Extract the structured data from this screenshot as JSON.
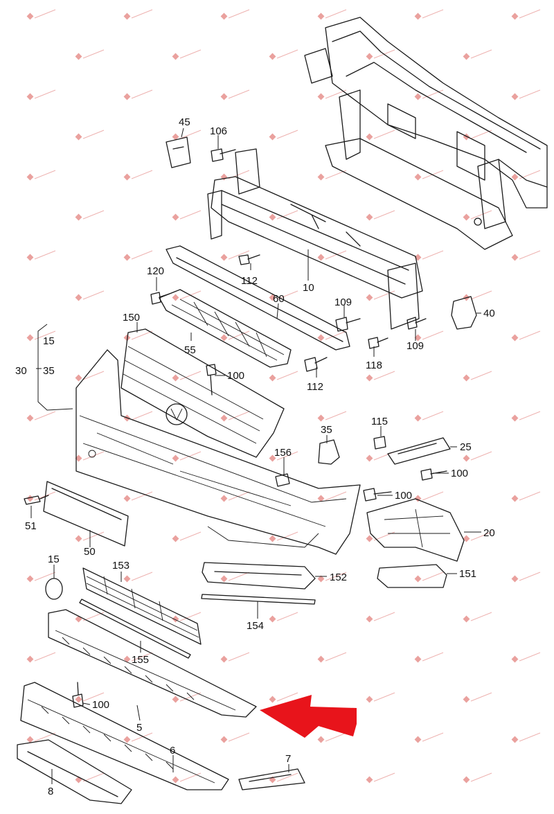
{
  "diagram": {
    "part_numbers": [
      "45",
      "106",
      "112",
      "10",
      "120",
      "60",
      "109",
      "40",
      "150",
      "55",
      "15",
      "35",
      "30",
      "100",
      "109",
      "118",
      "112",
      "35",
      "115",
      "25",
      "156",
      "100",
      "51",
      "50",
      "100",
      "20",
      "15",
      "153",
      "152",
      "151",
      "154",
      "155",
      "100",
      "5",
      "6",
      "7",
      "8"
    ],
    "watermark_text": "",
    "accent_arrow_color": "#e8141b",
    "line_color": "#1a1a1a"
  }
}
